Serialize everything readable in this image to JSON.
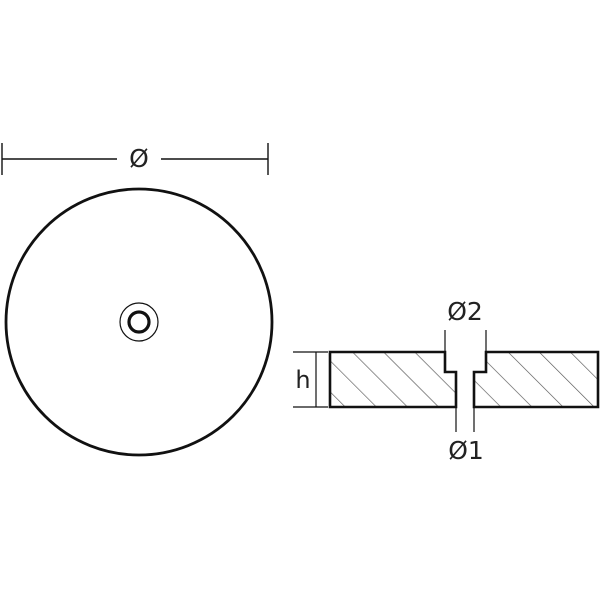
{
  "labels": {
    "outer_diameter": "Ø",
    "counterbore_diameter": "Ø2",
    "hole_diameter": "Ø1",
    "height": "h"
  },
  "colors": {
    "line": "#111111",
    "hatch": "#555555",
    "background": "#ffffff"
  }
}
